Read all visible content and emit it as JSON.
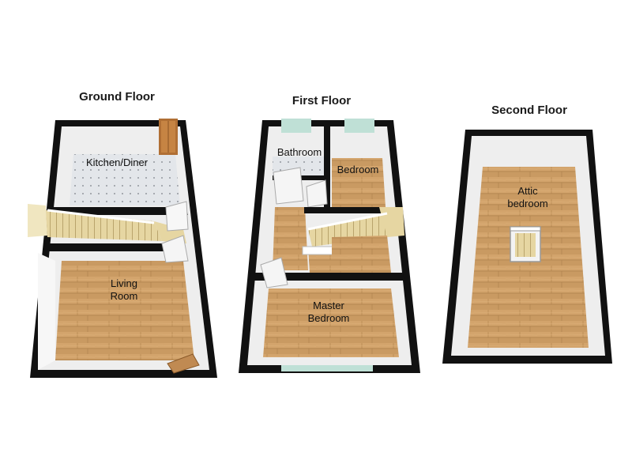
{
  "floors": {
    "ground": {
      "title": "Ground Floor",
      "rooms": {
        "kitchen": "Kitchen/Diner",
        "living_line1": "Living",
        "living_line2": "Room"
      }
    },
    "first": {
      "title": "First Floor",
      "rooms": {
        "bathroom": "Bathroom",
        "bedroom": "Bedroom",
        "master_line1": "Master",
        "master_line2": "Bedroom"
      }
    },
    "second": {
      "title": "Second Floor",
      "rooms": {
        "attic_line1": "Attic",
        "attic_line2": "bedroom"
      }
    }
  },
  "colors": {
    "wall": "#111111",
    "wall_inner": "#eeeeee",
    "wood": "#c99a62",
    "wood_dark": "#b0824c",
    "tile": "#dde1e5",
    "stair": "#e8d9a8",
    "window": "#bfe0d6",
    "label_bg": "#d9d2c7"
  }
}
